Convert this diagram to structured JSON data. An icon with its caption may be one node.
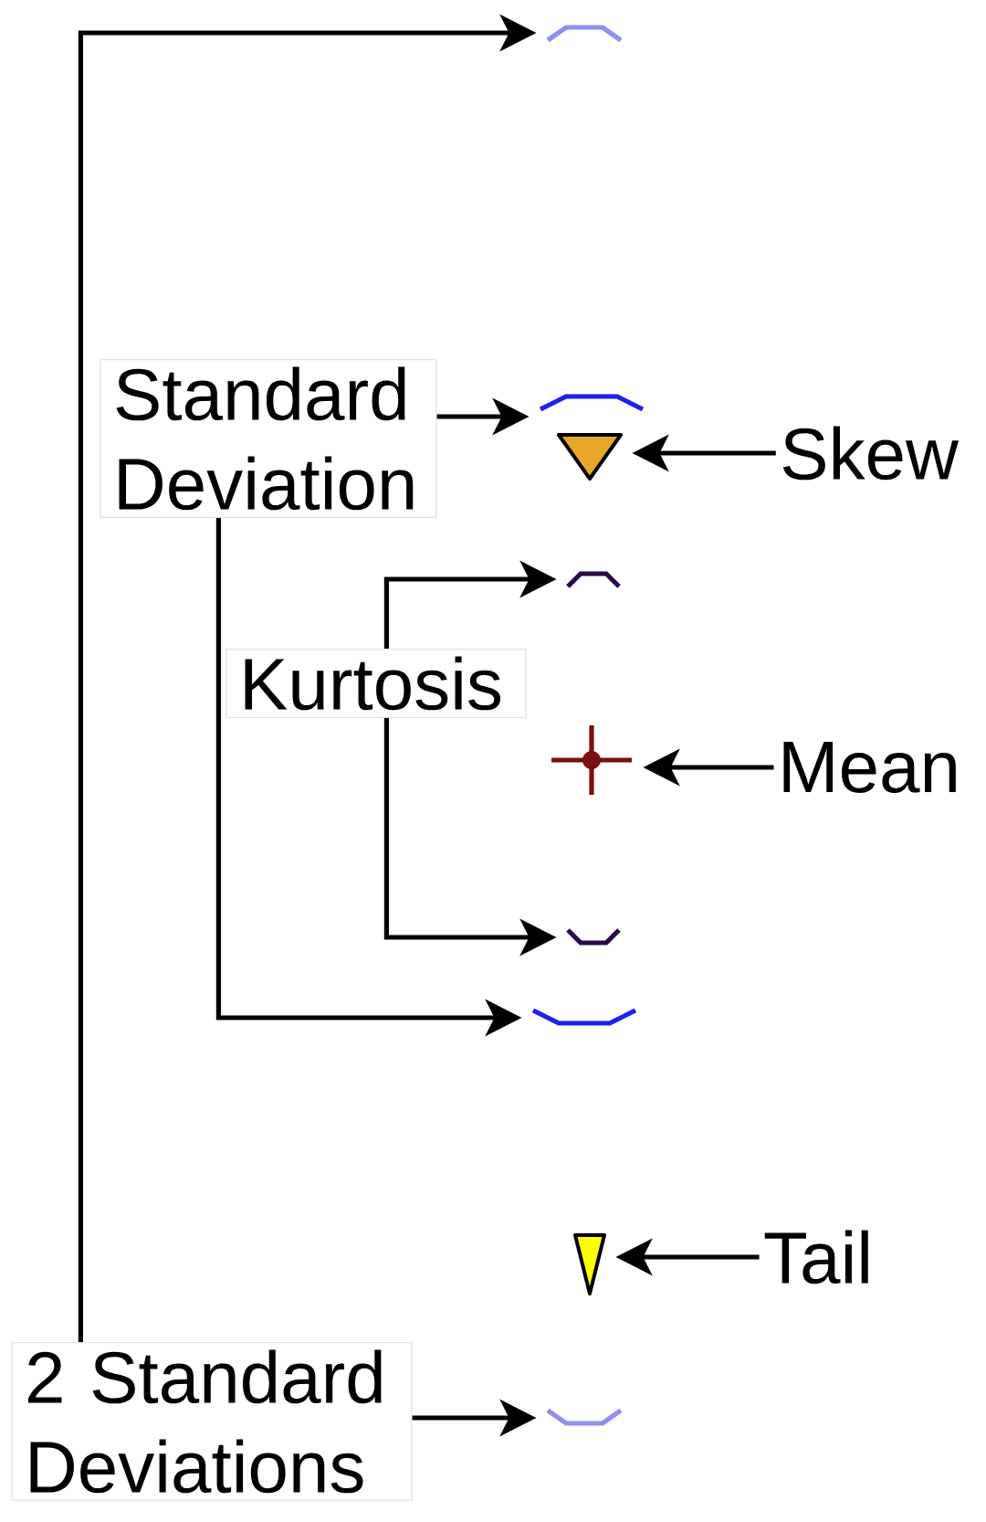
{
  "diagram": {
    "nodes": [
      {
        "text": [],
        "shape": "arc"
      },
      {
        "text": [
          "Standard Deviation"
        ]
      },
      {
        "text": [],
        "shape": "arc"
      },
      {
        "text": [],
        "shape": "triangle"
      },
      {
        "text": [
          "Skew"
        ]
      },
      {
        "text": [],
        "shape": "arc"
      },
      {
        "text": [
          "Kurtosis"
        ]
      },
      {
        "text": [],
        "shape": "cross"
      },
      {
        "text": [
          "Mean"
        ]
      },
      {
        "text": [],
        "shape": "arc"
      },
      {
        "text": [],
        "shape": "arc"
      },
      {
        "text": [],
        "shape": "triangle"
      },
      {
        "text": [
          "Tail"
        ]
      },
      {
        "text": [
          "2 Standard Deviations"
        ]
      },
      {
        "text": [],
        "shape": "arc"
      }
    ],
    "edges": [
      {
        "from": 13,
        "to": 0,
        "arrow": "to"
      },
      {
        "from": 1,
        "to": 2,
        "arrow": "to"
      },
      {
        "from": 4,
        "to": 3,
        "arrow": "to"
      },
      {
        "from": 6,
        "to": 5,
        "arrow": "to"
      },
      {
        "from": 8,
        "to": 7,
        "arrow": "to"
      },
      {
        "from": 6,
        "to": 9,
        "arrow": "to"
      },
      {
        "from": 1,
        "to": 10,
        "arrow": "to"
      },
      {
        "from": 12,
        "to": 11,
        "arrow": "to"
      },
      {
        "from": 13,
        "to": 14,
        "arrow": "to"
      }
    ]
  }
}
